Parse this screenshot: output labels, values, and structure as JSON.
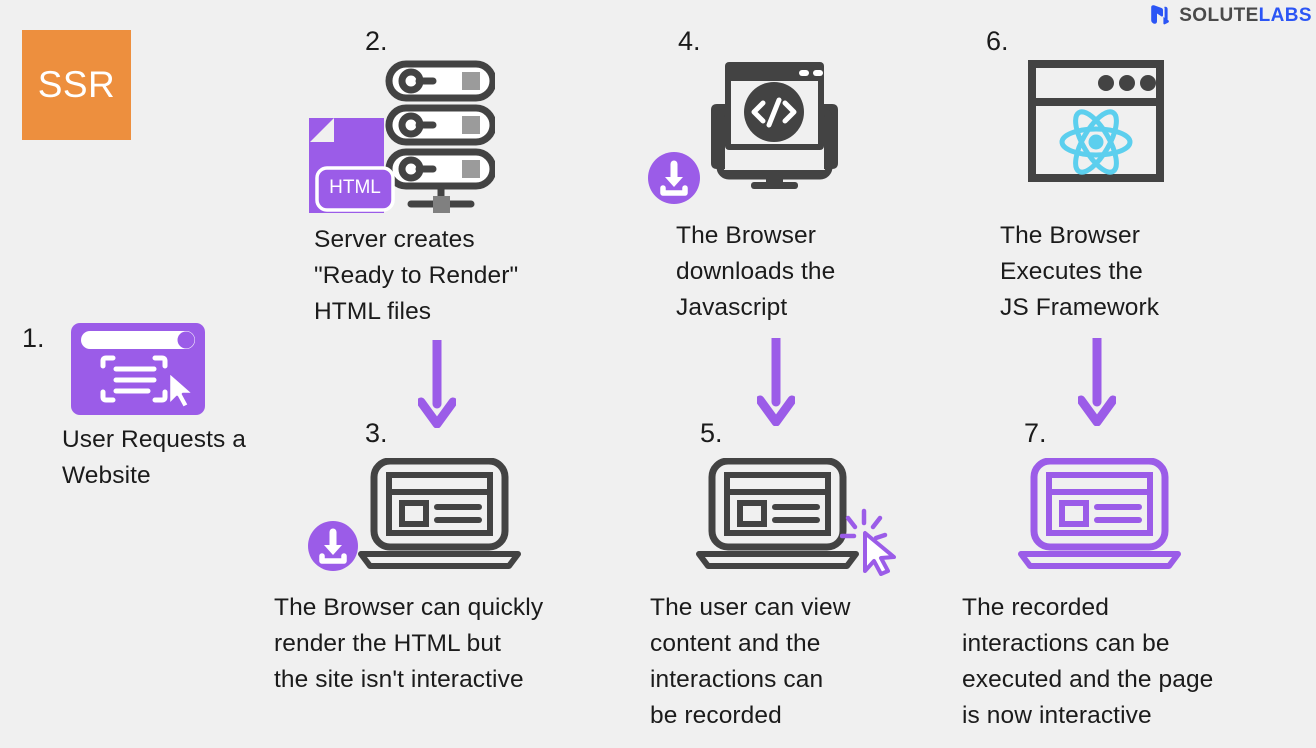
{
  "brand": {
    "logo_icon": "solutelabs-mark-icon",
    "name_part1": "SOLUTE",
    "name_part2": "LABS",
    "color_part1": "#4a4a4a",
    "color_part2": "#2b55f5"
  },
  "badge": {
    "label": "SSR",
    "bg_color": "#ed8f3e",
    "text_color": "#ffffff"
  },
  "theme": {
    "background": "#f0f0f0",
    "accent_purple": "#9b5ce8",
    "arrow_purple": "#9b5ce8",
    "icon_dark": "#434343",
    "react_cyan": "#5ccfee",
    "text_color": "#1b1b1b"
  },
  "steps": [
    {
      "number": "1.",
      "caption": "User Requests a\nWebsite",
      "icon": "browser-window-purple-icon"
    },
    {
      "number": "2.",
      "caption": "Server creates\n\"Ready to Render\"\nHTML files",
      "icon": "server-rack-icon",
      "file_badge_label": "HTML"
    },
    {
      "number": "3.",
      "caption": "The Browser can quickly\nrender the HTML but\nthe site isn't interactive",
      "icon": "laptop-dark-icon",
      "overlay_icon": "download-badge-icon"
    },
    {
      "number": "4.",
      "caption": "The Browser\ndownloads the\nJavascript",
      "icon": "monitor-code-icon",
      "overlay_icon": "download-badge-icon"
    },
    {
      "number": "5.",
      "caption": "The user can view\ncontent and the\ninteractions can\nbe recorded",
      "icon": "laptop-dark-icon",
      "overlay_icon": "cursor-click-icon"
    },
    {
      "number": "6.",
      "caption": "The Browser\nExecutes the\nJS Framework",
      "icon": "browser-react-icon"
    },
    {
      "number": "7.",
      "caption": "The recorded\ninteractions can be\nexecuted and the page\nis now interactive",
      "icon": "laptop-purple-icon"
    }
  ],
  "arrows": [
    {
      "name": "arrow-step2-to-step3"
    },
    {
      "name": "arrow-step4-to-step5"
    },
    {
      "name": "arrow-step6-to-step7"
    }
  ]
}
